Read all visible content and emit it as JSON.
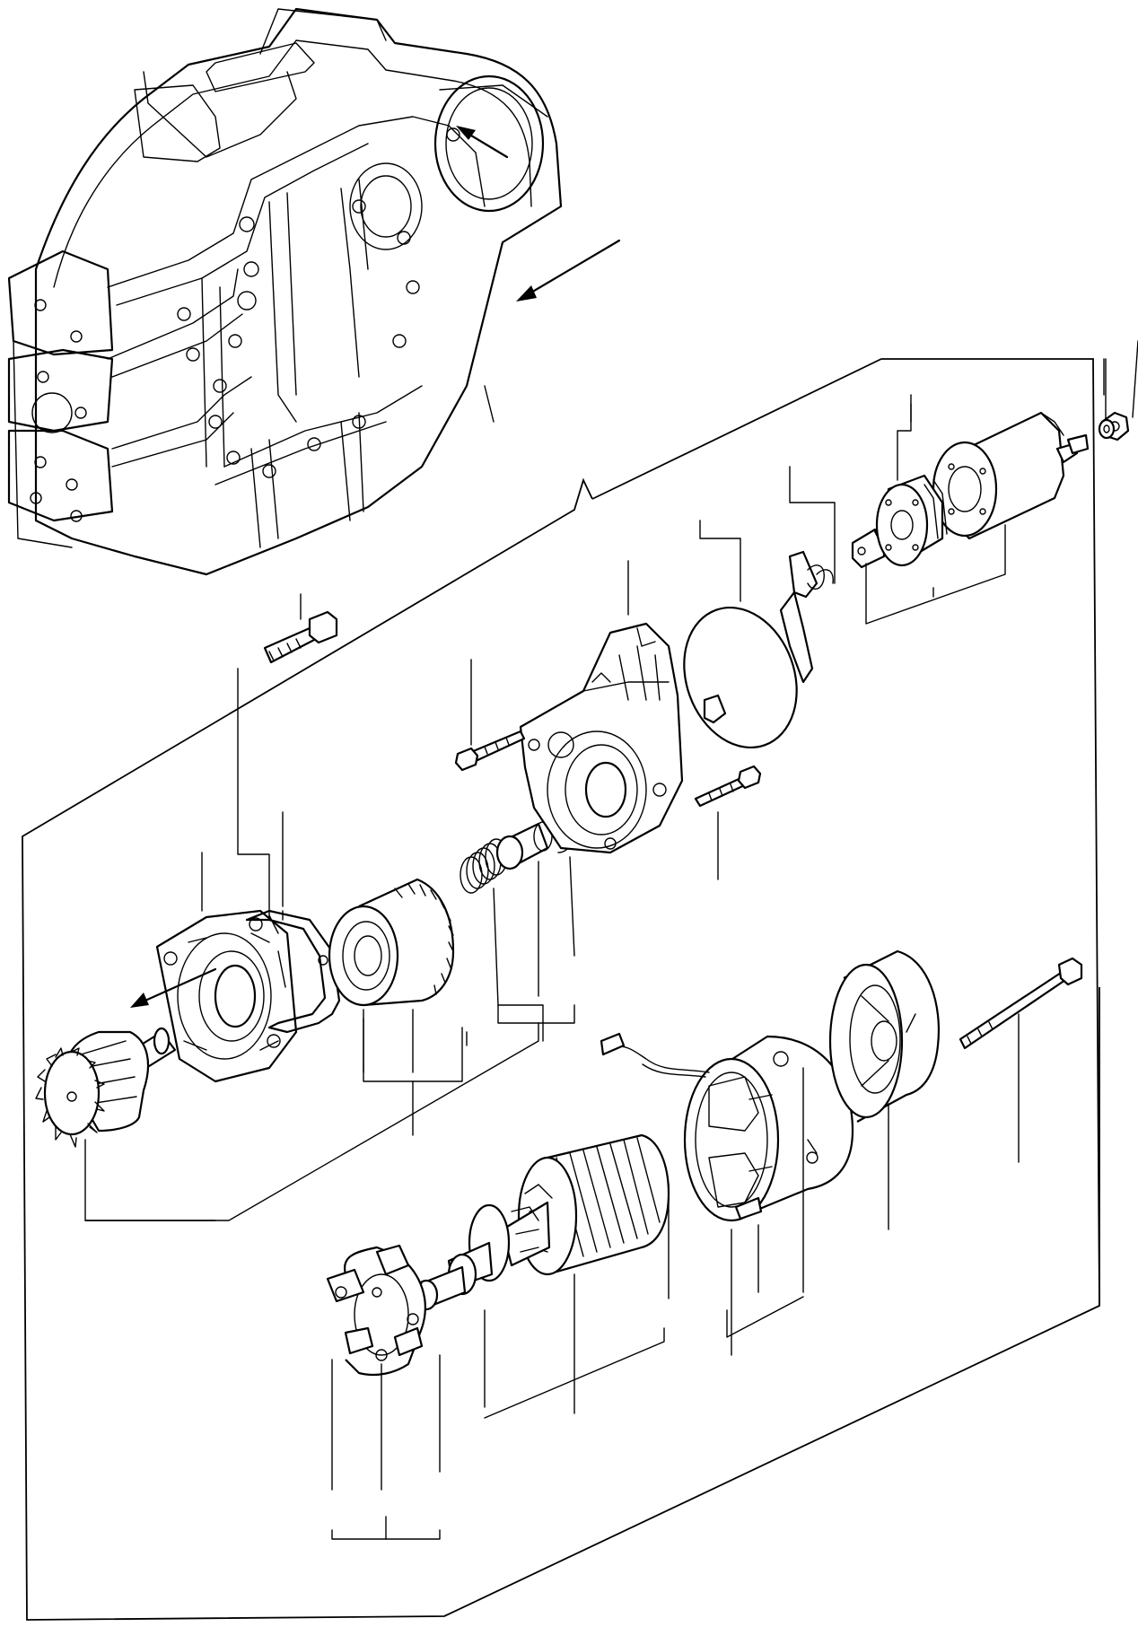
{
  "diagram": {
    "kind": "exploded-parts-view",
    "assembly": "starter-motor",
    "mounting": "flywheel-housing",
    "labels": []
  },
  "colors": {
    "line": "#000000",
    "background": "#ffffff"
  },
  "parts": [
    "flywheel-housing",
    "mounting-bolt",
    "pinion-gear",
    "front-bracket",
    "gasket",
    "overrunning-clutch",
    "pinion-spring",
    "stop-collar",
    "snap-ring",
    "gear-case",
    "case-bolt",
    "seal-ring",
    "shift-lever",
    "solenoid-plunger",
    "solenoid",
    "solenoid-nut",
    "armature",
    "yoke",
    "rear-cover",
    "through-bolt",
    "brush-holder"
  ]
}
